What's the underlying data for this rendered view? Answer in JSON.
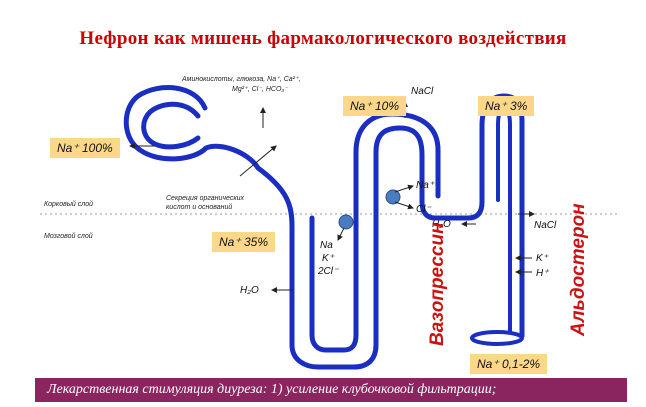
{
  "title": "Нефрон как мишень фармакологического воздействия",
  "badges": {
    "na100": "Na⁺ 100%",
    "na10": "Na⁺ 10%",
    "na3": "Na⁺ 3%",
    "na35": "Na⁺ 35%",
    "na_final": "Na⁺ 0,1-2%"
  },
  "labels": {
    "reabsorbed_line1": "Аминокислоты, глюкоза, Na⁺, Ca²⁺,",
    "reabsorbed_line2": "Mg²⁺, Cl⁻, HCO₃⁻",
    "cortex": "Корковый слой",
    "medulla": "Мозговой слой",
    "secretion_note_line1": "Секреция органических",
    "secretion_note_line2": "кислот и оснований",
    "nacl_top": "NaCl",
    "na_pump": "Na⁺",
    "cl_pump": "Cl⁻",
    "loop_na": "Na",
    "loop_k": "K⁺",
    "loop_2cl": "2Cl⁻",
    "h2o_loop": "H₂O",
    "h2o_collect": "H₂O",
    "nacl_collect": "NaCl",
    "k_plus": "K⁺",
    "h_plus": "H⁺"
  },
  "hormones": {
    "vasopressin": "Вазопрессин",
    "aldosterone": "Альдостерон"
  },
  "footer": "Лекарственная стимуляция диуреза: 1) усиление клубочковой фильтрации;",
  "colors": {
    "tubule": "#1a2fc2",
    "badge": "#fbd889",
    "title": "#cc0000",
    "hormone": "#cc1111",
    "pump": "#4a7cc0",
    "footer": "#8a2560"
  }
}
